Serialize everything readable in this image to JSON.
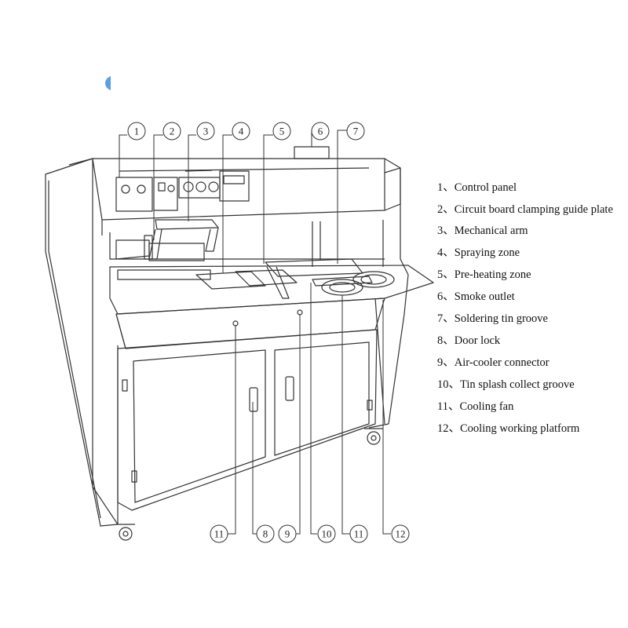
{
  "callouts_top": [
    "1",
    "2",
    "3",
    "4",
    "5",
    "6",
    "7"
  ],
  "callouts_bottom": [
    "11",
    "8",
    "9",
    "10",
    "11",
    "12"
  ],
  "legend": [
    {
      "num": "1、",
      "label": "Control panel"
    },
    {
      "num": "2、",
      "label": "Circuit board clamping guide plate"
    },
    {
      "num": "3、",
      "label": "Mechanical arm"
    },
    {
      "num": "4、",
      "label": "Spraying zone"
    },
    {
      "num": "5、",
      "label": "Pre-heating zone"
    },
    {
      "num": "6、",
      "label": "Smoke outlet"
    },
    {
      "num": "7、",
      "label": "Soldering tin groove"
    },
    {
      "num": "8、",
      "label": "Door lock"
    },
    {
      "num": "9、",
      "label": "Air-cooler connector"
    },
    {
      "num": "10、",
      "label": "Tin splash collect groove"
    },
    {
      "num": "11、",
      "label": "Cooling fan"
    },
    {
      "num": "12、",
      "label": "Cooling working platform"
    }
  ],
  "colors": {
    "line": "#333333",
    "accent": "#4a90d9"
  }
}
